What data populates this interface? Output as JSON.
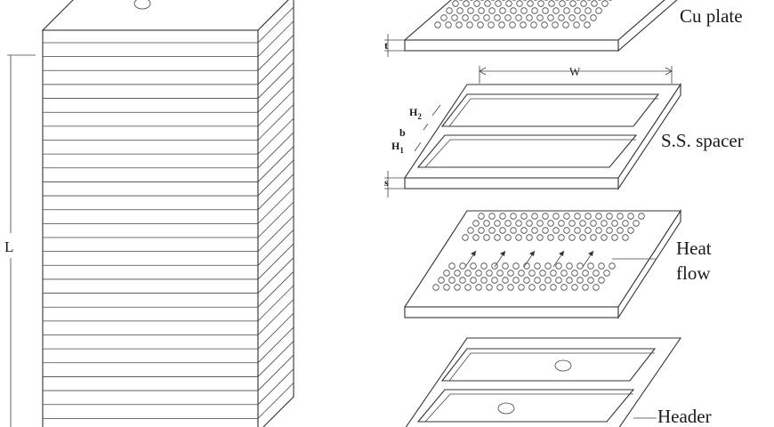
{
  "labels": {
    "cu_plate": "Cu plate",
    "ss_spacer": "S.S. spacer",
    "heat": "Heat",
    "flow": "flow",
    "header": "Header",
    "length": "L",
    "width": "W",
    "h2": "H",
    "h2_sub": "2",
    "b": "b",
    "h1": "H",
    "h1_sub": "1",
    "t": "t",
    "s": "s"
  },
  "stack": {
    "layer_count": 28
  },
  "colors": {
    "line": "#333333",
    "background": "#ffffff"
  }
}
